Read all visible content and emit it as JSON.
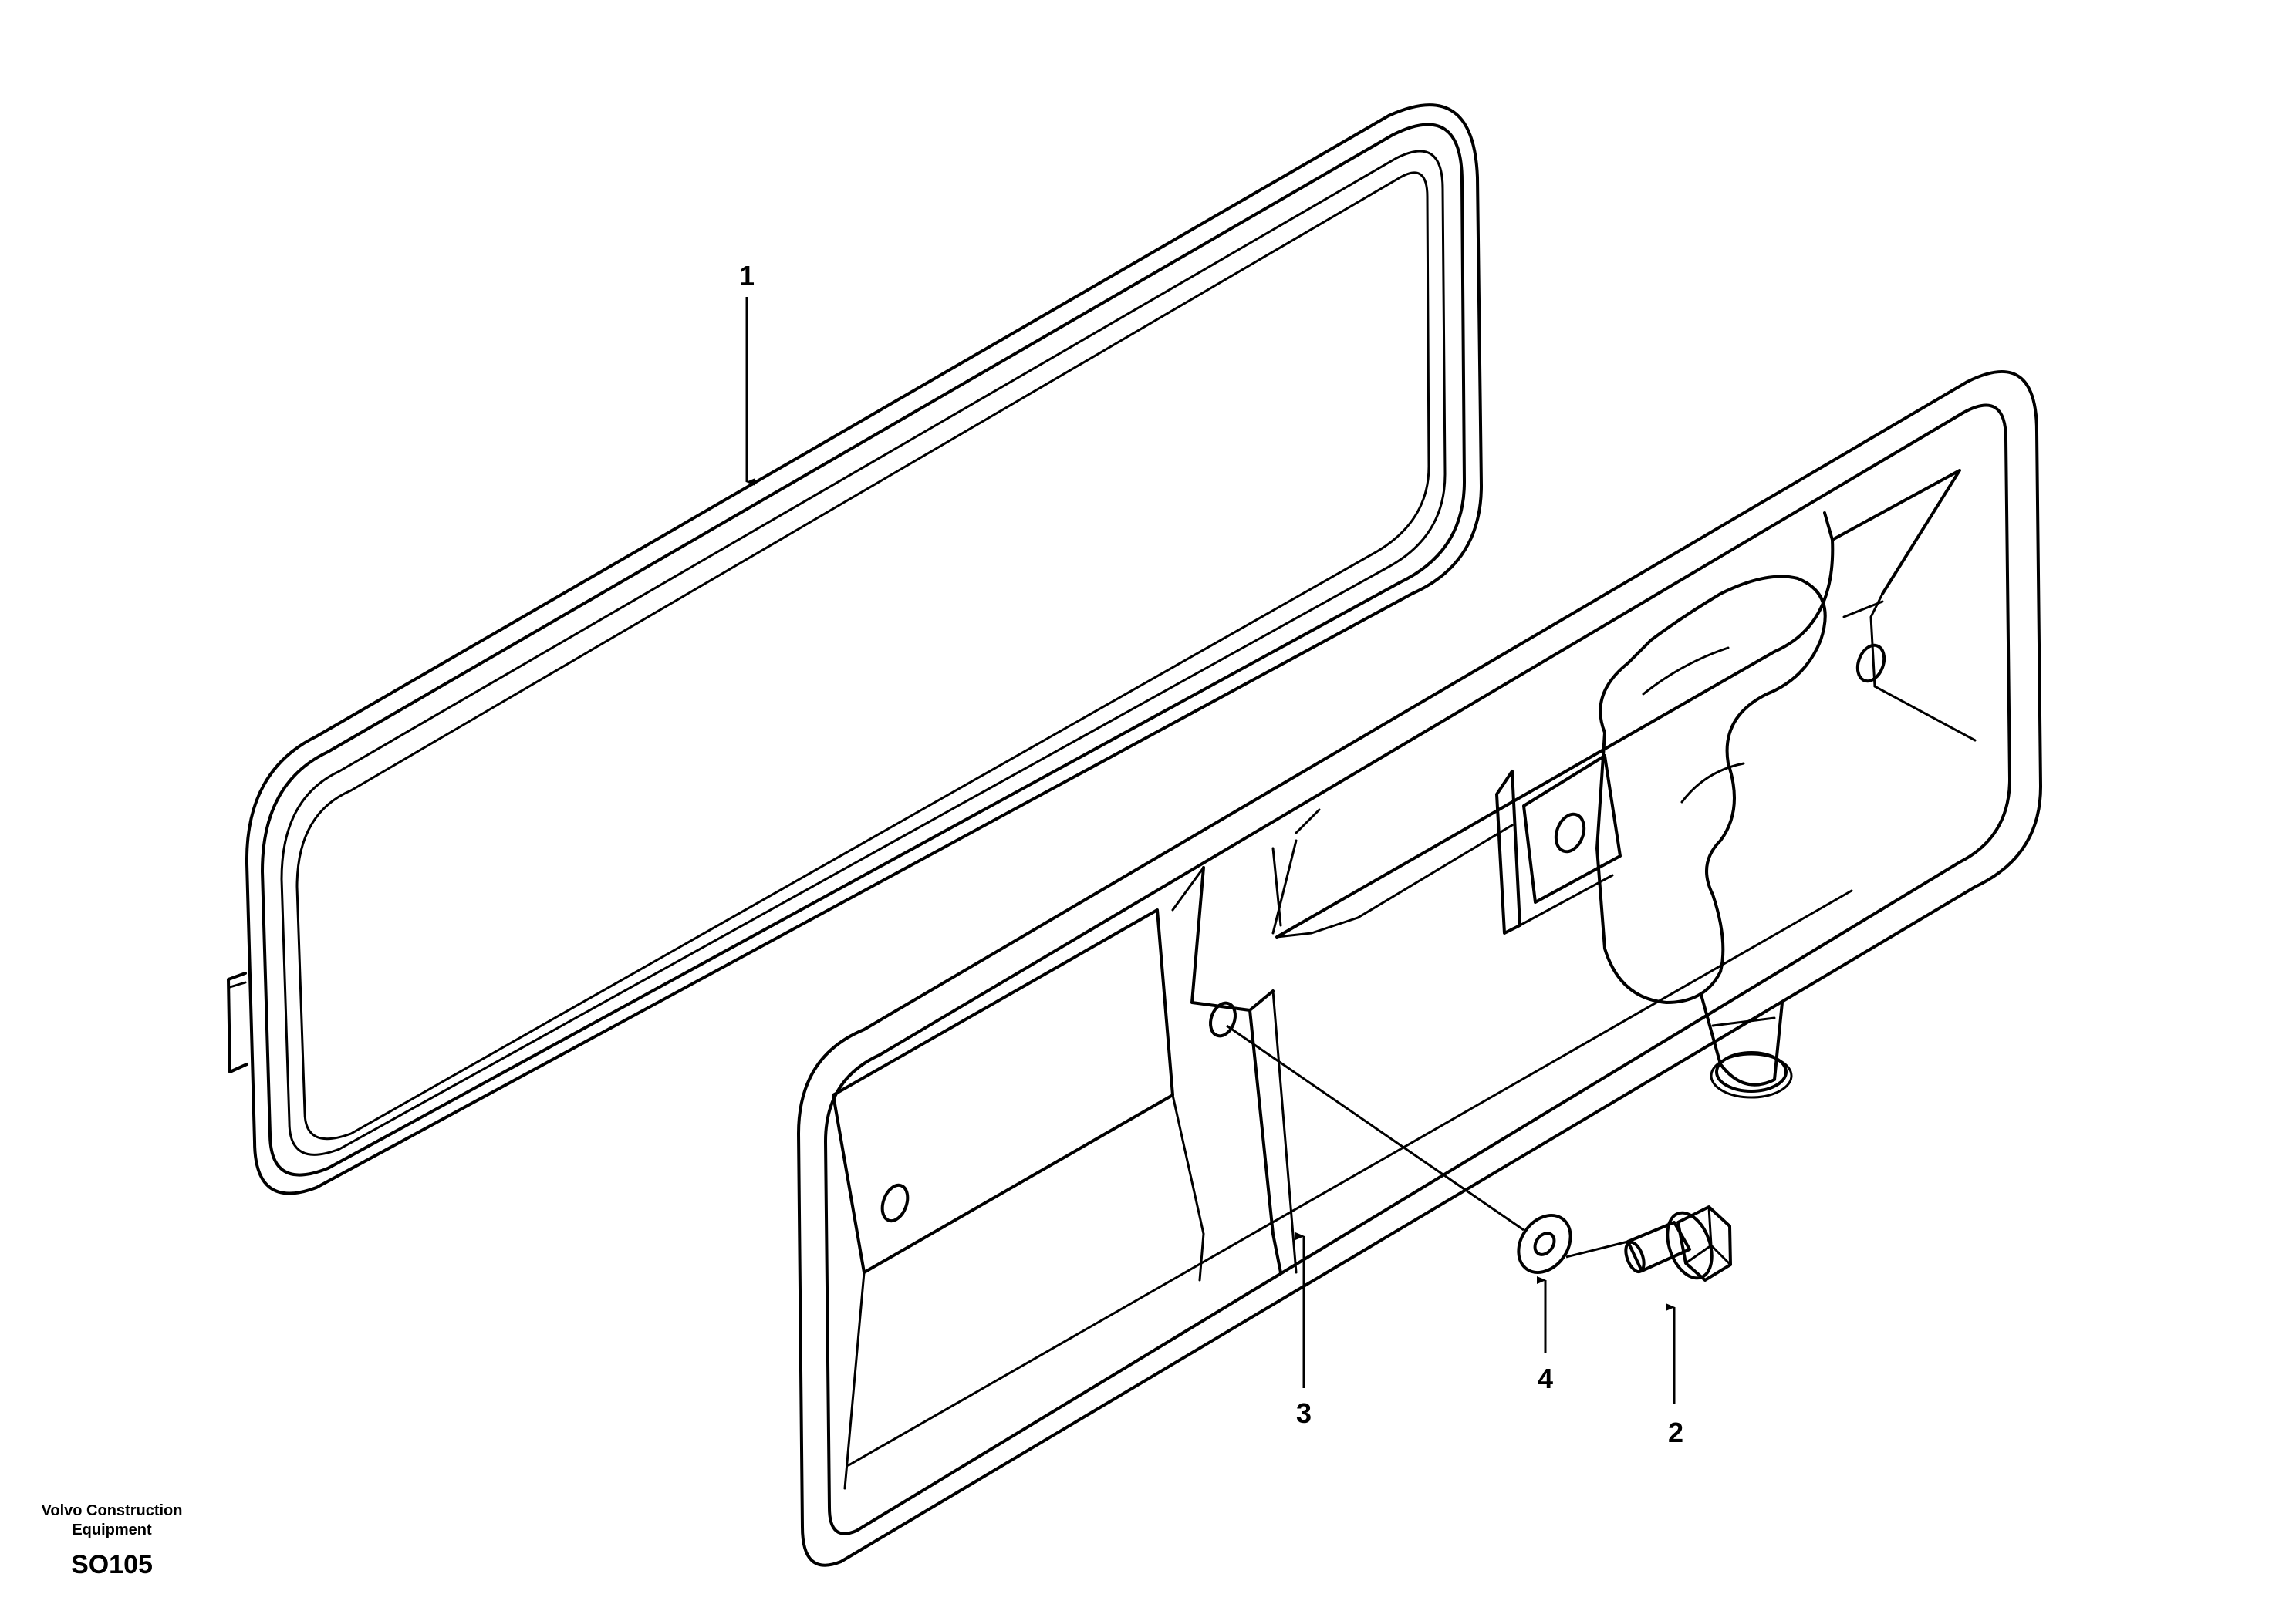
{
  "callouts": [
    {
      "id": "1",
      "label": "1"
    },
    {
      "id": "2",
      "label": "2"
    },
    {
      "id": "3",
      "label": "3"
    },
    {
      "id": "4",
      "label": "4"
    }
  ],
  "footer": {
    "brand_line1": "Volvo Construction",
    "brand_line2": "Equipment",
    "code": "SO105"
  }
}
